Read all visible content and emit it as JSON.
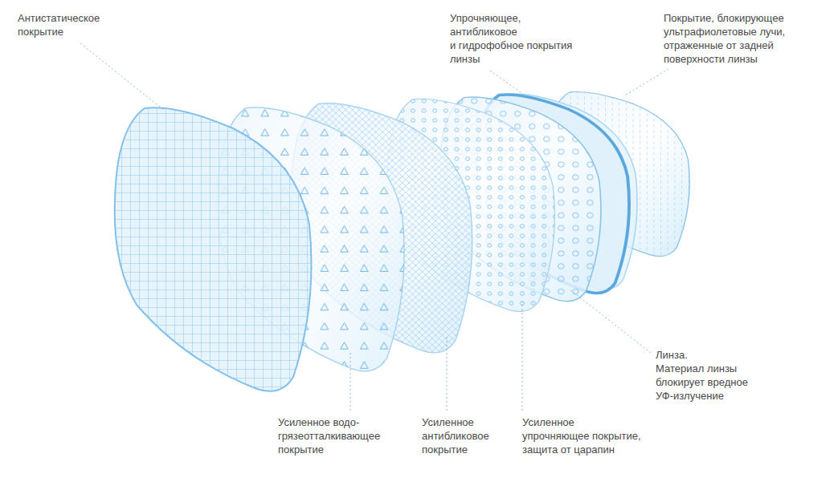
{
  "diagram": {
    "labels": [
      "Антистатическое покрытие",
      "Упрочняющее, антибликовое и гидрофобное покрытия линзы",
      "Покрытие, блокирующее ультрафиолетовые лучи, отраженные от задней поверхности линзы",
      "Линза. Материал линзы блокирует вредное УФ-излучение",
      "Усиленное водо- грязеотталкивающее покрытие",
      "Усиленное антибликовое покрытие",
      "Усиленное упрочняющее покрытие, защита от царапин"
    ]
  }
}
